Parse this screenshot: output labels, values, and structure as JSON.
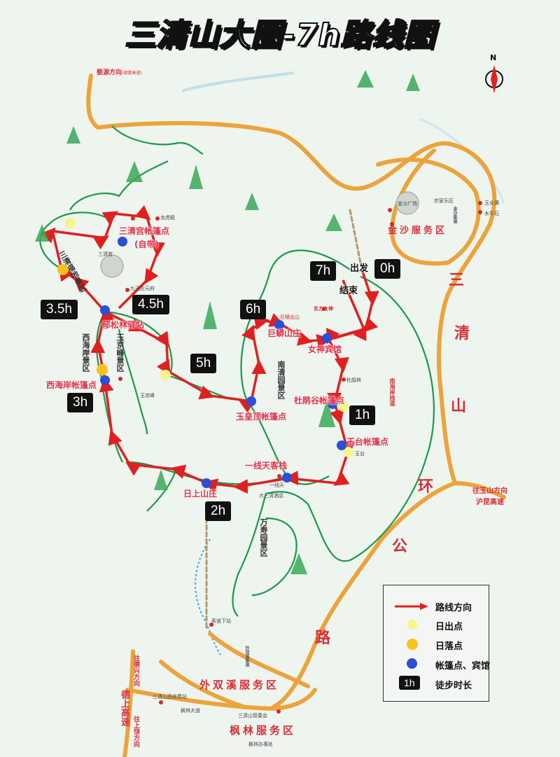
{
  "title": "三清山大圈-7h路线图",
  "compass": {
    "north_label": "N"
  },
  "colors": {
    "route": "#e02020",
    "trail": "#1a9a4a",
    "road": "#eba43b",
    "sunrise": "#f5f58a",
    "sunset": "#f8c21a",
    "camp": "#2a4fd8",
    "label_red": "#e0324a"
  },
  "time_markers": {
    "h0": "0h",
    "h1": "1h",
    "h2": "2h",
    "h3": "3h",
    "h3_5": "3.5h",
    "h4_5": "4.5h",
    "h5": "5h",
    "h6": "6h",
    "h7": "7h"
  },
  "start_end": {
    "start": "出发",
    "end": "结束"
  },
  "camps": {
    "sanqinggong": "三清宫帐篷点",
    "sanqinggong_note": "(自带)",
    "yusonglin": "郁松林驿站",
    "xihaian": "西海岸帐篷点",
    "jumang": "巨蟒山庄",
    "nvshen": "女神宾馆",
    "yuhuangding": "玉皇顶帐篷点",
    "dujuangu": "杜鹃谷帐篷点",
    "yutai": "玉台帐篷点",
    "yixiantian": "一线天客栈",
    "rishang": "日上山庄"
  },
  "scenic_areas": {
    "sanqingfudi": "三清福地景区",
    "yujingfeng": "玉京峰景区",
    "xihaian": "西海岸景区",
    "nanqingyuan": "南清园景区",
    "wanshouyuan": "万寿园景区",
    "nanhaian_zhandao": "南海岸栈道"
  },
  "places": {
    "dongfang_nvshen": "东方女神",
    "jumang_chushan": "巨蟒出山",
    "sanqinggong": "三清宫",
    "longhudian": "龙虎殿",
    "yuhuatai": "九天应元府",
    "yujingfeng": "玉京峰",
    "jinsha_square": "金沙广场",
    "dasanqing_hotel": "大三清酒店",
    "yixiantian": "一线天",
    "dujuanlin": "杜鹃林",
    "yutai": "玉台",
    "suodao_xiazhan": "索道下站",
    "sanqingshan_guanweihui": "三清山管委会",
    "fenglin_office": "枫林办事处",
    "xi_shoufeizhan": "三清山西收费站",
    "dafeng_road": "枫林大道",
    "nongjiale": "农家乐区",
    "shuiniushi": "水牛石",
    "yunvtan": "玉女潭"
  },
  "service_areas": {
    "jinsha": "金沙服务区",
    "waishuangxi": "外双溪服务区",
    "fenglin": "枫林服务区"
  },
  "ring_road": [
    "三",
    "清",
    "山",
    "环",
    "公",
    "路"
  ],
  "directions": {
    "wuyuan": "婺源方向",
    "wuyuan_note": "(德婺高速)",
    "yushan": "往玉山方向",
    "hukun": "沪昆高速",
    "dexing": "往德兴方向",
    "deshang": "德上高速",
    "shangrao": "往上饶方向",
    "jinsha_suodao": "金沙索道",
    "waishuangxi_suodao": "外双溪索道"
  },
  "legend": {
    "route_direction": "路线方向",
    "sunrise": "日出点",
    "sunset": "日落点",
    "camp_hotel": "帐篷点、宾馆",
    "hiking_time": "徒步时长",
    "hiking_time_sample": "1h"
  }
}
